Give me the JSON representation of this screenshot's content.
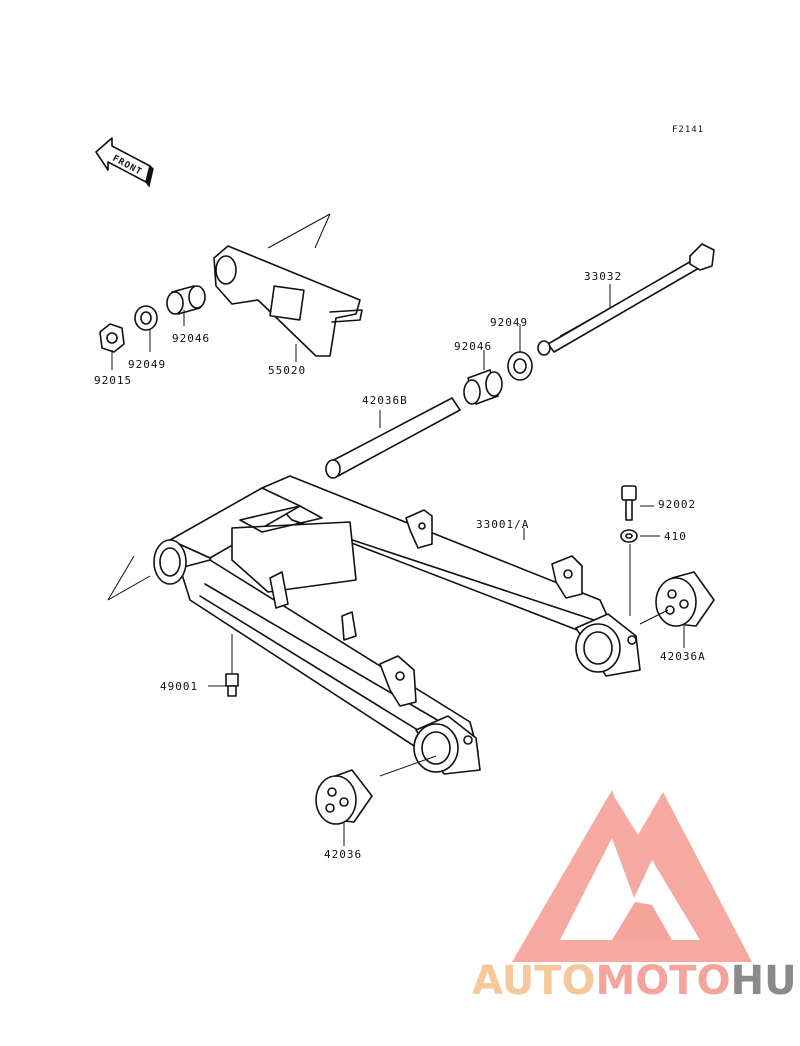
{
  "diagram": {
    "code": "F2141",
    "direction_label": "FRONT",
    "parts": [
      {
        "id": "p33032",
        "number": "33032"
      },
      {
        "id": "p92049a",
        "number": "92049"
      },
      {
        "id": "p92046a",
        "number": "92046"
      },
      {
        "id": "p55020",
        "number": "55020"
      },
      {
        "id": "p92046b",
        "number": "92046"
      },
      {
        "id": "p92049b",
        "number": "92049"
      },
      {
        "id": "p92015",
        "number": "92015"
      },
      {
        "id": "p42036b",
        "number": "42036B"
      },
      {
        "id": "p33001a",
        "number": "33001/A"
      },
      {
        "id": "p92002",
        "number": "92002"
      },
      {
        "id": "p410",
        "number": "410"
      },
      {
        "id": "p42036a",
        "number": "42036A"
      },
      {
        "id": "p49001",
        "number": "49001"
      },
      {
        "id": "p42036",
        "number": "42036"
      }
    ]
  },
  "watermark": {
    "part1": "AUTO",
    "part2": "MOTO",
    "part3": "HUB",
    "color_auto": "#f6c79a",
    "color_moto": "#f4a49b",
    "color_hub": "#8a8a8a",
    "logo_color": "#f4a49b"
  }
}
